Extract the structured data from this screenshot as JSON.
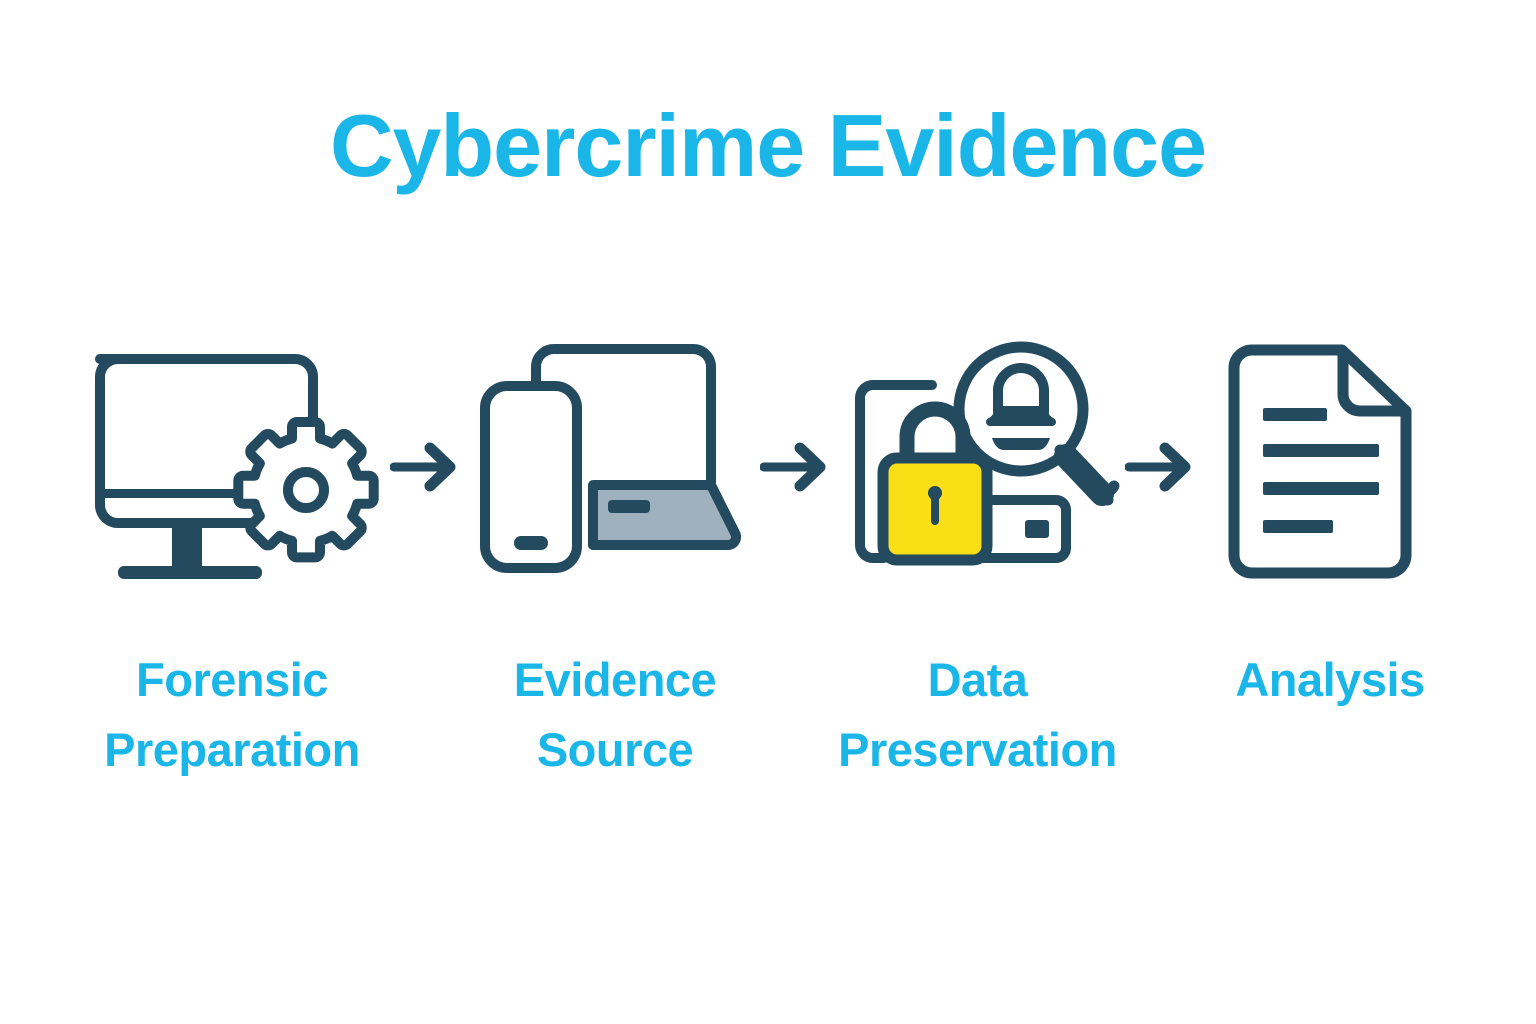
{
  "header": {
    "title": "Cybercrime Evidence"
  },
  "colors": {
    "accent_cyan": "#1ab6e8",
    "icon_navy": "#234a5e",
    "lock_yellow": "#fadf16",
    "laptop_grey": "#9fb0be",
    "background": "#ffffff"
  },
  "flow": {
    "steps": [
      {
        "index": 1,
        "icon": "monitor-gear-icon",
        "label_line1": "Forensic",
        "label_line2": "Preparation"
      },
      {
        "index": 2,
        "icon": "laptop-phone-icon",
        "label_line1": "Evidence",
        "label_line2": "Source"
      },
      {
        "index": 3,
        "icon": "lock-magnifier-icon",
        "label_line1": "Data",
        "label_line2": "Preservation"
      },
      {
        "index": 4,
        "icon": "document-icon",
        "label_line1": "Analysis",
        "label_line2": ""
      }
    ],
    "arrows": [
      {
        "name": "arrow-1",
        "symbol": "arrow-right-icon"
      },
      {
        "name": "arrow-2",
        "symbol": "arrow-right-icon"
      },
      {
        "name": "arrow-3",
        "symbol": "arrow-right-icon"
      }
    ]
  }
}
